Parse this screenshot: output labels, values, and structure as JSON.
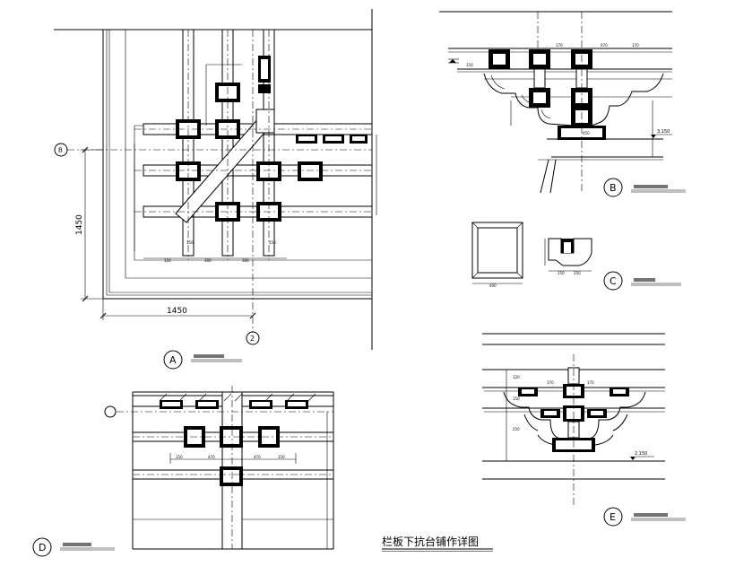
{
  "drawing": {
    "main_title": "栏板下抗台铺作详图"
  },
  "plan_a": {
    "axis_b": "B",
    "axis_2": "2",
    "dim_vertical": "1450",
    "dim_horizontal": "1450"
  },
  "details": {
    "a": {
      "letter": "A"
    },
    "b": {
      "letter": "B",
      "level": "3.150"
    },
    "c": {
      "letter": "C"
    },
    "d": {
      "letter": "D"
    },
    "e": {
      "letter": "E",
      "level": "2.150"
    }
  },
  "colors": {
    "ink": "#000000",
    "paper": "#ffffff"
  }
}
